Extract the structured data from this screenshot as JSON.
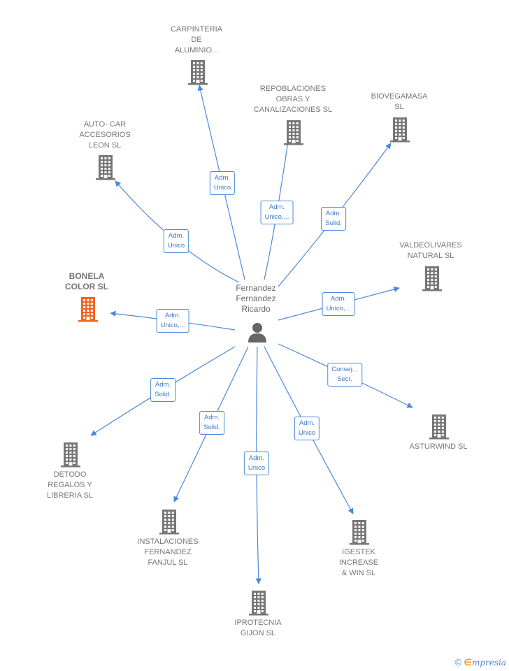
{
  "person": {
    "name": "Fernandez\nFernandez\nRicardo",
    "icon": "person-icon"
  },
  "companies": [
    {
      "id": "carpinteria",
      "label": "CARPINTERIA\nDE\nALUMINIO...",
      "color": "#777777",
      "highlight": false
    },
    {
      "id": "repoblaciones",
      "label": "REPOBLACIONES\nOBRAS Y\nCANALIZACIONES SL",
      "color": "#777777",
      "highlight": false
    },
    {
      "id": "biovegamasa",
      "label": "BIOVEGAMASA\nSL",
      "color": "#777777",
      "highlight": false
    },
    {
      "id": "autocar",
      "label": "AUTO- CAR\nACCESORIOS\nLEON SL",
      "color": "#777777",
      "highlight": false
    },
    {
      "id": "valdeolivares",
      "label": "VALDEOLIVARES\nNATURAL  SL",
      "color": "#777777",
      "highlight": false
    },
    {
      "id": "bonela",
      "label": "BONELA\nCOLOR  SL",
      "color": "#f26522",
      "highlight": true
    },
    {
      "id": "asturwind",
      "label": "ASTURWIND SL",
      "color": "#777777",
      "highlight": false
    },
    {
      "id": "detodo",
      "label": "DETODO\nREGALOS Y\nLIBRERIA SL",
      "color": "#777777",
      "highlight": false
    },
    {
      "id": "instalaciones",
      "label": "INSTALACIONES\nFERNANDEZ\nFANJUL SL",
      "color": "#777777",
      "highlight": false
    },
    {
      "id": "igestek",
      "label": "IGESTEK\nINCREASE\n& WIN SL",
      "color": "#777777",
      "highlight": false
    },
    {
      "id": "iprotecnia",
      "label": "IPROTECNIA\nGIJON  SL",
      "color": "#777777",
      "highlight": false
    }
  ],
  "roles": [
    {
      "target": "carpinteria",
      "label": "Adm.\nUnico"
    },
    {
      "target": "repoblaciones",
      "label": "Adm.\nUnico,..."
    },
    {
      "target": "biovegamasa",
      "label": "Adm.\nSolid."
    },
    {
      "target": "autocar",
      "label": "Adm.\nUnico"
    },
    {
      "target": "valdeolivares",
      "label": "Adm.\nUnico,..."
    },
    {
      "target": "bonela",
      "label": "Adm.\nUnico,..."
    },
    {
      "target": "asturwind",
      "label": "Consej. ,\nSecr."
    },
    {
      "target": "detodo",
      "label": "Adm.\nSolid."
    },
    {
      "target": "instalaciones",
      "label": "Adm.\nSolid."
    },
    {
      "target": "igestek",
      "label": "Adm.\nUnico"
    },
    {
      "target": "iprotecnia",
      "label": "Adm.\nUnico"
    }
  ],
  "colors": {
    "edge": "#4a89dc",
    "building": "#777777",
    "building_highlight": "#f26522"
  },
  "footer": {
    "copyright": "©",
    "brand_initial": "∈",
    "brand_rest": "mpresia"
  }
}
